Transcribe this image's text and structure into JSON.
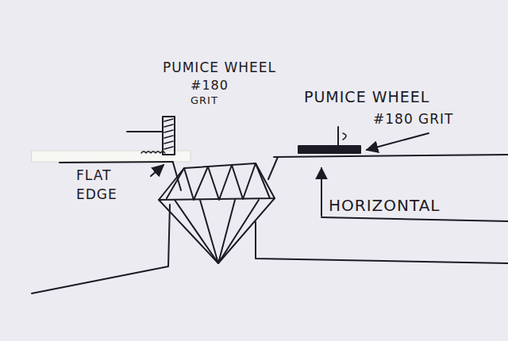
{
  "diagram": {
    "labels": [
      "PUMICE WHEEL",
      "#180",
      "GRIT",
      "PUMICE WHEEL",
      "#180 GRIT",
      "FLAT",
      "EDGE",
      "HORIZONTAL"
    ]
  }
}
